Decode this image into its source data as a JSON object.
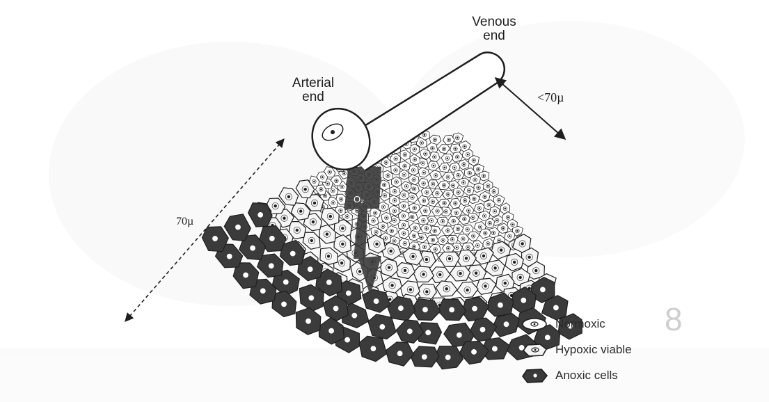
{
  "labels": {
    "venous_end": "Venous\nend",
    "arterial_end": "Arterial\nend",
    "width_right": "<70µ",
    "width_left": "70µ",
    "o2": "O₂",
    "watermark": "8"
  },
  "legend": [
    {
      "label": "Normoxic",
      "icon": "normoxic-cell-icon",
      "fill": "#ffffff"
    },
    {
      "label": "Hypoxic viable",
      "icon": "hypoxic-cell-icon",
      "fill": "#f4f4f4"
    },
    {
      "label": "Anoxic cells",
      "icon": "anoxic-cell-icon",
      "fill": "#3a3a3a"
    }
  ],
  "colors": {
    "ink": "#1e1e1e",
    "normoxic": "#ffffff",
    "hypoxic": "#f5f5f5",
    "anoxic": "#3b3b3b",
    "arrow": "#3a3a3a",
    "background_tint": "#f0f0f0"
  }
}
